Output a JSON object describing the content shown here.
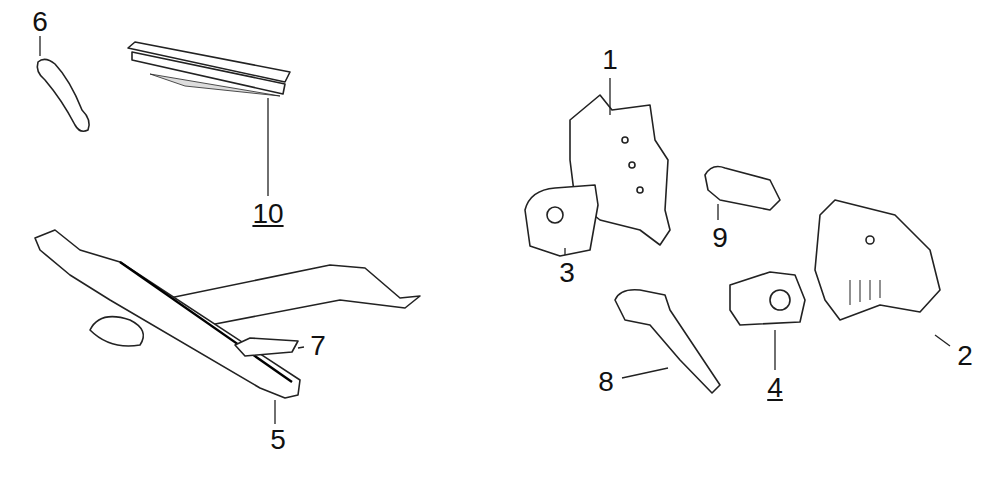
{
  "diagram": {
    "labels": [
      "6",
      "1",
      "10",
      "9",
      "3",
      "7",
      "8",
      "4",
      "2",
      "5"
    ]
  }
}
